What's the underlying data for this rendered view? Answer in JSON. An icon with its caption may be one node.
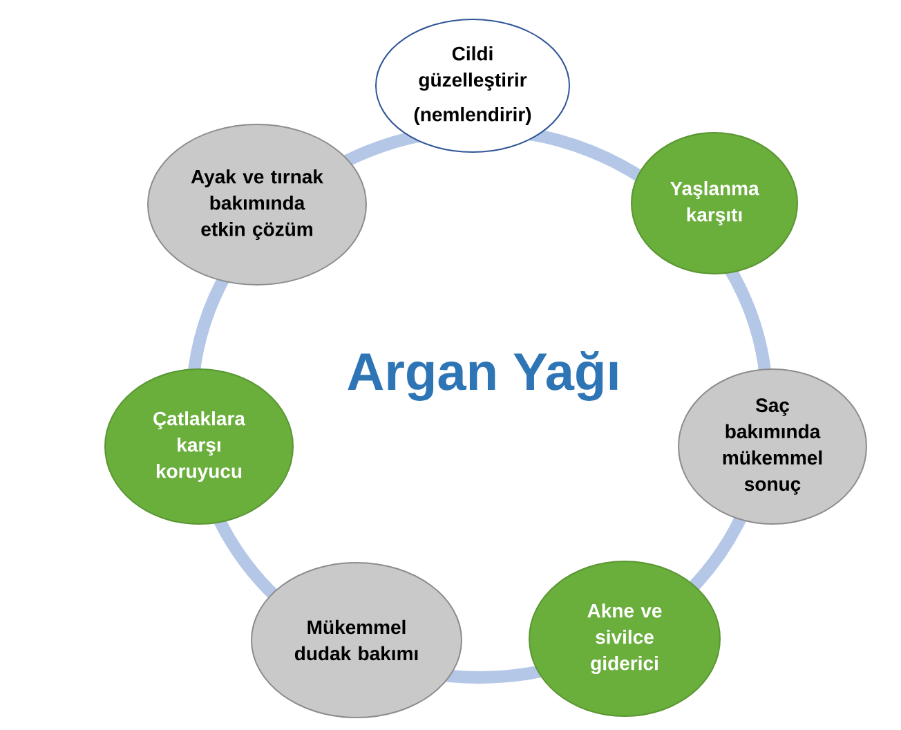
{
  "diagram": {
    "title": "Argan Yağı",
    "nodes": [
      {
        "text": [
          "Cildi güzelleştirir",
          "(nemlendirir)"
        ]
      },
      {
        "text": [
          "Yaşlanma karşıtı"
        ]
      },
      {
        "text": [
          "Saç bakımında mükemmel sonuç"
        ]
      },
      {
        "text": [
          "Akne ve sivilce giderici"
        ]
      },
      {
        "text": [
          "Mükemmel dudak bakımı"
        ]
      },
      {
        "text": [
          "Çatlaklara karşı koruyucu"
        ]
      },
      {
        "text": [
          "Ayak ve tırnak bakımında etkin çözüm"
        ]
      }
    ]
  }
}
